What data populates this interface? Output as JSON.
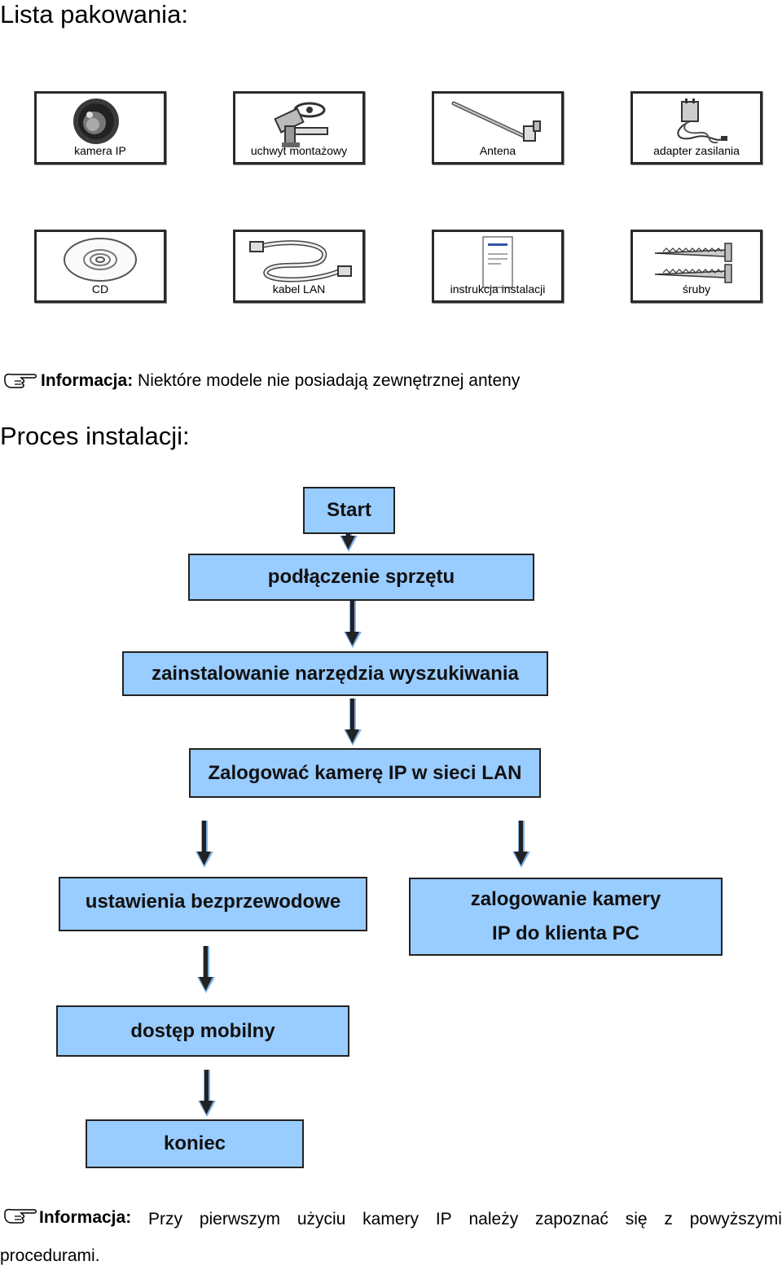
{
  "packing_title": "Lista pakowania:",
  "items": [
    {
      "label": "kamera IP",
      "icon": "camera-icon"
    },
    {
      "label": "uchwyt montażowy",
      "icon": "mount-icon"
    },
    {
      "label": "Antena",
      "icon": "antenna-icon"
    },
    {
      "label": "adapter zasilania",
      "icon": "power-adapter-icon"
    },
    {
      "label": "CD",
      "icon": "cd-icon"
    },
    {
      "label": "kabel LAN",
      "icon": "lan-cable-icon"
    },
    {
      "label": "instrukcja instalacji",
      "icon": "manual-icon"
    },
    {
      "label": "śruby",
      "icon": "screws-icon"
    }
  ],
  "note1": {
    "bold": "Informacja:",
    "text": "Niektóre modele nie posiadają zewnętrznej anteny"
  },
  "process_title": "Proces instalacji:",
  "flow": {
    "start": "Start",
    "connect": "podłączenie sprzętu",
    "install_tool": "zainstalowanie narzędzia wyszukiwania",
    "login_lan": "Zalogować kamerę IP w sieci LAN",
    "wireless": "ustawienia bezprzewodowe",
    "pc_client": "zalogowanie kamery IP do klienta PC",
    "mobile": "dostęp mobilny",
    "end": "koniec"
  },
  "note2": {
    "bold": "Informacja:",
    "words": [
      "Przy",
      "pierwszym",
      "użyciu",
      "kamery",
      "IP",
      "należy",
      "zapoznać",
      "się",
      "z",
      "powyższymi"
    ],
    "last_line": "procedurami."
  },
  "colors": {
    "flow_box": "#99ccff",
    "arrow_dark": "#222222",
    "arrow_light": "#7fb2e8"
  }
}
